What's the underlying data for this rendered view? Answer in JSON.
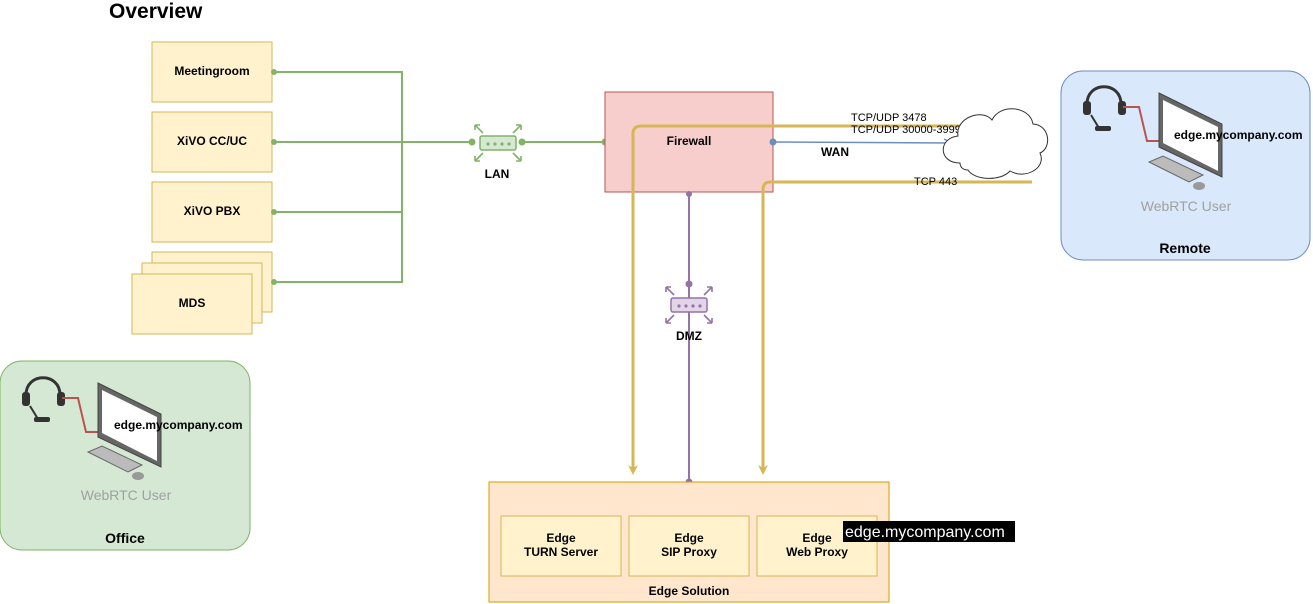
{
  "title": "Overview",
  "servers": {
    "meetingroom": "Meetingroom",
    "xivo_cc_uc": "XiVO CC/UC",
    "xivo_pbx": "XiVO PBX",
    "mds": "MDS"
  },
  "network": {
    "lan": "LAN",
    "dmz": "DMZ",
    "firewall": "Firewall",
    "wan": "WAN",
    "ports_1": "TCP/UDP 3478",
    "ports_2": "TCP/UDP 30000-39999",
    "ports_3": "TCP 443"
  },
  "office": {
    "label": "Office",
    "user": "WebRTC User",
    "host": "edge.mycompany.com"
  },
  "remote": {
    "label": "Remote",
    "user": "WebRTC User",
    "host": "edge.mycompany.com"
  },
  "edge": {
    "label": "Edge Solution",
    "turn_1": "Edge",
    "turn_2": "TURN Server",
    "sip_1": "Edge",
    "sip_2": "SIP Proxy",
    "web_1": "Edge",
    "web_2": "Web Proxy",
    "host": "edge.mycompany.com"
  },
  "colors": {
    "lan_green": "#82b366",
    "dmz_purple": "#9673a6",
    "tls_gold": "#d6b656",
    "wan_blue": "#6c8ebf",
    "server_fill": "#fff2cc",
    "firewall_fill": "#f8cecc",
    "office_fill": "#d5e8d4",
    "remote_fill": "#dae8fc",
    "edge_fill": "#ffe6cc"
  }
}
